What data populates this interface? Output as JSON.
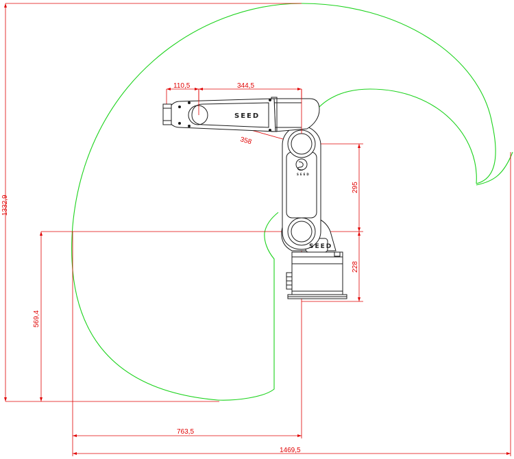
{
  "drawing": {
    "dimensions": {
      "d110": "110,5",
      "d344": "344,5",
      "d358": "358",
      "d295": "295",
      "d228": "228",
      "d1332": "1332,9",
      "d569": "569,4",
      "d763": "763,5",
      "d1469": "1469,5"
    },
    "brand": {
      "arm_text": "SEED",
      "shoulder_text": "SEED",
      "logo_text": "SEED"
    },
    "colors": {
      "dimension_lines": "#e00000",
      "workspace_envelope": "#19d219",
      "robot_outline": "#1a1a1a"
    }
  }
}
